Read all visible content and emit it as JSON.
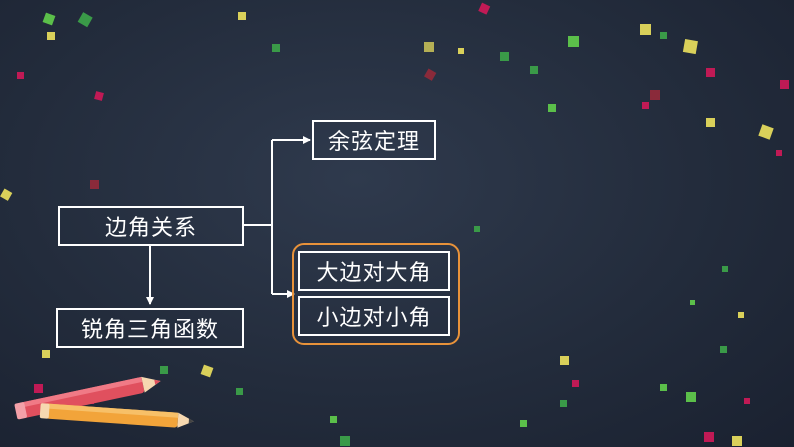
{
  "colors": {
    "background": "#232c3c",
    "box_border": "#ffffff",
    "text": "#ffffff",
    "highlight_border": "#e8923a",
    "pencil_red": "#e0505e",
    "pencil_orange": "#f2a43a"
  },
  "diagram": {
    "root": "边角关系",
    "branch_top": "余弦定理",
    "branch_group": [
      "大边对大角",
      "小边对小角"
    ],
    "branch_down": "锐角三角函数"
  },
  "decorations": [
    "confetti-squares",
    "red-pencil",
    "orange-pencil"
  ]
}
